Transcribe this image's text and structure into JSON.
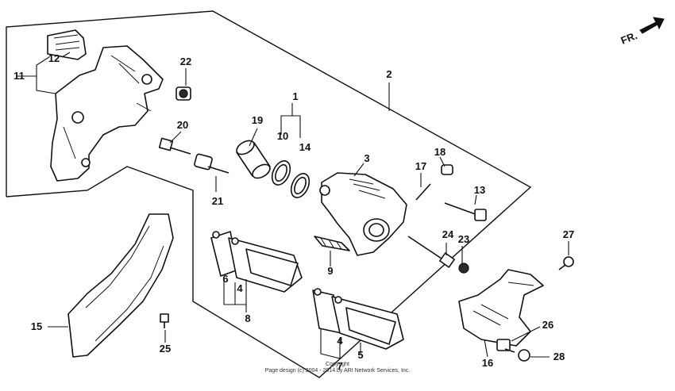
{
  "direction_marker": "FR.",
  "callouts": [
    {
      "id": "1",
      "label": "1"
    },
    {
      "id": "2",
      "label": "2"
    },
    {
      "id": "3",
      "label": "3"
    },
    {
      "id": "4a",
      "label": "4"
    },
    {
      "id": "4b",
      "label": "4"
    },
    {
      "id": "5",
      "label": "5"
    },
    {
      "id": "6",
      "label": "6"
    },
    {
      "id": "7",
      "label": "7"
    },
    {
      "id": "8",
      "label": "8"
    },
    {
      "id": "9",
      "label": "9"
    },
    {
      "id": "10",
      "label": "10"
    },
    {
      "id": "11",
      "label": "11"
    },
    {
      "id": "12",
      "label": "12"
    },
    {
      "id": "13",
      "label": "13"
    },
    {
      "id": "14",
      "label": "14"
    },
    {
      "id": "15",
      "label": "15"
    },
    {
      "id": "16",
      "label": "16"
    },
    {
      "id": "17",
      "label": "17"
    },
    {
      "id": "18",
      "label": "18"
    },
    {
      "id": "19",
      "label": "19"
    },
    {
      "id": "20",
      "label": "20"
    },
    {
      "id": "21",
      "label": "21"
    },
    {
      "id": "22",
      "label": "22"
    },
    {
      "id": "23",
      "label": "23"
    },
    {
      "id": "24",
      "label": "24"
    },
    {
      "id": "25",
      "label": "25"
    },
    {
      "id": "26",
      "label": "26"
    },
    {
      "id": "27",
      "label": "27"
    },
    {
      "id": "28",
      "label": "28"
    }
  ],
  "copyright": {
    "line1": "Copyright",
    "line2": "Page design (c) 2004 - 2014 by ARI Network Services, Inc."
  },
  "colors": {
    "ink": "#111111",
    "background": "#ffffff"
  }
}
